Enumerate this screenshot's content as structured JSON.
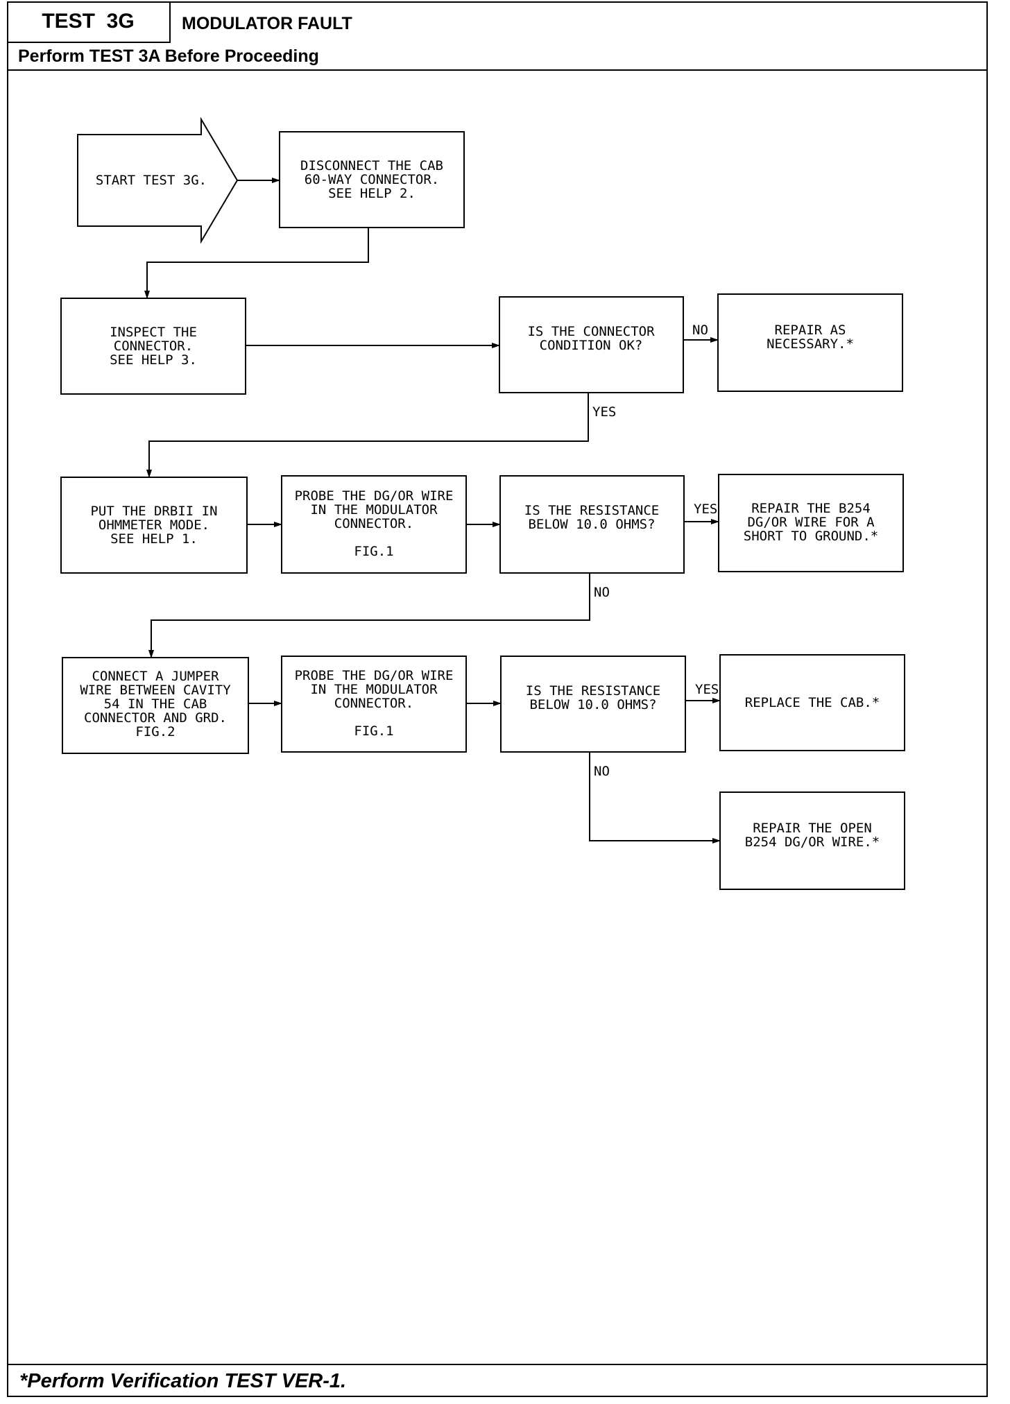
{
  "header": {
    "test_id": "TEST  3G",
    "title": "MODULATOR FAULT",
    "subtitle": "Perform TEST 3A Before Proceeding"
  },
  "footer": {
    "note": "*Perform Verification TEST VER-1."
  },
  "flowchart": {
    "start": {
      "lines": [
        "START TEST 3G."
      ]
    },
    "disconnect": {
      "lines": [
        "DISCONNECT THE CAB",
        "60-WAY CONNECTOR.",
        "SEE HELP 2."
      ]
    },
    "inspect": {
      "lines": [
        "INSPECT THE",
        "CONNECTOR.",
        "SEE HELP 3."
      ]
    },
    "q_connector": {
      "lines": [
        "IS THE CONNECTOR",
        "CONDITION OK?"
      ]
    },
    "repair_necessary": {
      "lines": [
        "REPAIR AS",
        "NECESSARY.*"
      ]
    },
    "put_drbii": {
      "lines": [
        "PUT THE DRBII IN",
        "OHMMETER MODE.",
        "SEE HELP 1."
      ]
    },
    "probe_1": {
      "lines": [
        "PROBE THE DG/OR WIRE",
        "IN THE MODULATOR",
        "CONNECTOR.",
        "",
        "FIG.1"
      ]
    },
    "q_resistance_1": {
      "lines": [
        "IS THE RESISTANCE",
        "BELOW 10.0 OHMS?"
      ]
    },
    "repair_short": {
      "lines": [
        "REPAIR THE B254",
        "DG/OR WIRE FOR A",
        "SHORT TO GROUND.*"
      ]
    },
    "connect_jumper": {
      "lines": [
        "CONNECT A JUMPER",
        "WIRE BETWEEN CAVITY",
        "54 IN THE CAB",
        "CONNECTOR AND GRD.",
        "FIG.2"
      ]
    },
    "probe_2": {
      "lines": [
        "PROBE THE DG/OR WIRE",
        "IN THE MODULATOR",
        "CONNECTOR.",
        "",
        "FIG.1"
      ]
    },
    "q_resistance_2": {
      "lines": [
        "IS THE RESISTANCE",
        "BELOW 10.0 OHMS?"
      ]
    },
    "replace_cab": {
      "lines": [
        "REPLACE THE CAB.*"
      ]
    },
    "repair_open": {
      "lines": [
        "REPAIR THE OPEN",
        "B254 DG/OR WIRE.*"
      ]
    },
    "edge_labels": {
      "no_1": "NO",
      "yes_1": "YES",
      "yes_2": "YES",
      "no_2": "NO",
      "yes_3": "YES",
      "no_3": "NO"
    }
  }
}
